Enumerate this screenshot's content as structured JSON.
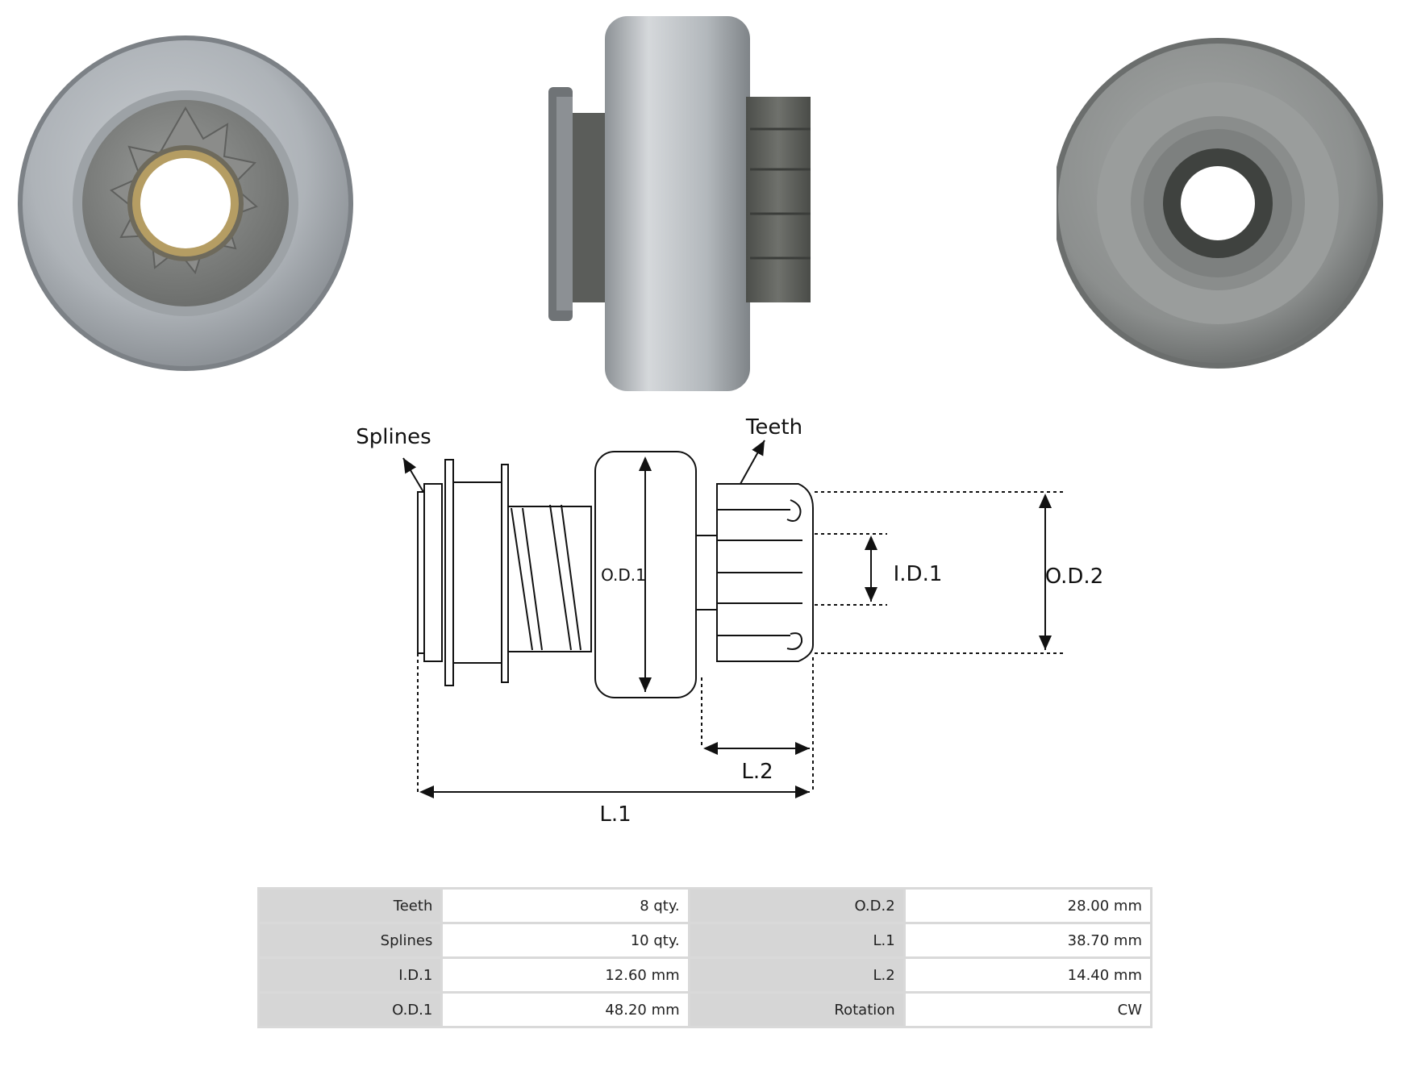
{
  "diagram": {
    "callouts": {
      "splines": "Splines",
      "teeth": "Teeth"
    },
    "dimensions": {
      "od1": "O.D.1",
      "id1": "I.D.1",
      "od2": "O.D.2",
      "l1": "L.1",
      "l2": "L.2"
    }
  },
  "specs": {
    "rows": [
      {
        "k1": "Teeth",
        "v1": "8 qty.",
        "k2": "O.D.2",
        "v2": "28.00 mm"
      },
      {
        "k1": "Splines",
        "v1": "10 qty.",
        "k2": "L.1",
        "v2": "38.70 mm"
      },
      {
        "k1": "I.D.1",
        "v1": "12.60 mm",
        "k2": "L.2",
        "v2": "14.40 mm"
      },
      {
        "k1": "O.D.1",
        "v1": "48.20 mm",
        "k2": "Rotation",
        "v2": "CW"
      }
    ]
  }
}
